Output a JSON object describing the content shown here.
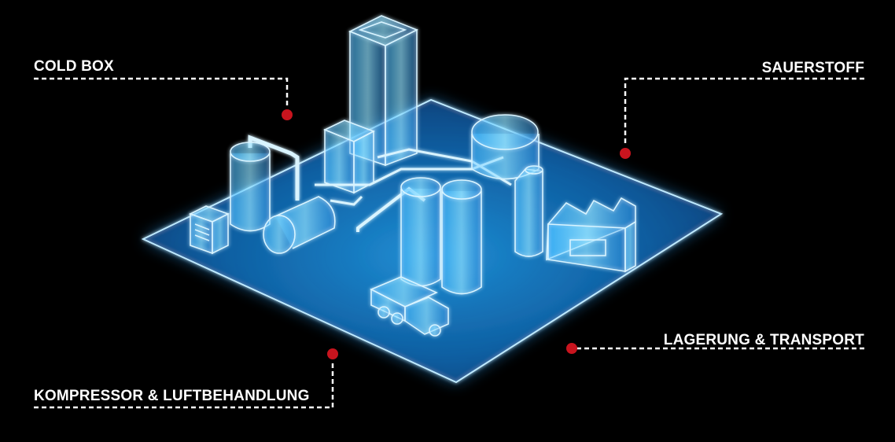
{
  "callouts": {
    "cold_box": "COLD BOX",
    "sauerstoff": "SAUERSTOFF",
    "lagerung": "LAGERUNG & TRANSPORT",
    "kompressor": "KOMPRESSOR & LUFTBEHANDLUNG"
  },
  "colors": {
    "background": "#000000",
    "glow": "#39c6ff",
    "outline": "#d9f4ff",
    "marker": "#c8141e",
    "leader_line": "#ffffff"
  }
}
